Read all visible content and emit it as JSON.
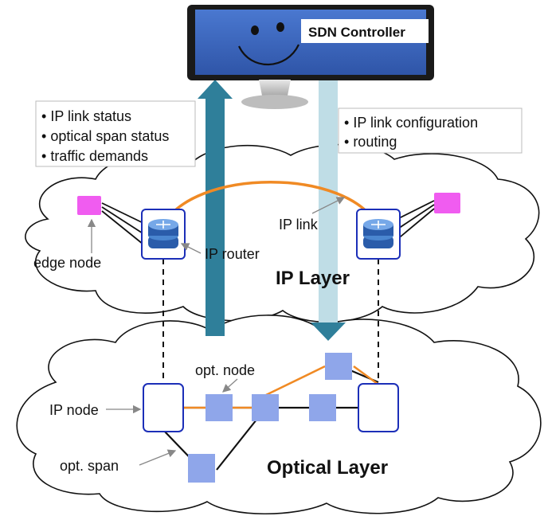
{
  "controller": {
    "label": "SDN Controller"
  },
  "northbound_box": {
    "items": [
      "IP link status",
      "optical span status",
      "traffic demands"
    ]
  },
  "southbound_box": {
    "items": [
      "IP link configuration",
      "routing"
    ]
  },
  "ip_layer": {
    "title": "IP Layer",
    "labels": {
      "edge_node": "edge node",
      "ip_router": "IP router",
      "ip_link": "IP link"
    }
  },
  "optical_layer": {
    "title": "Optical Layer",
    "labels": {
      "ip_node": "IP node",
      "opt_node": "opt. node",
      "opt_span": "opt. span"
    }
  },
  "colors": {
    "monitor_screen": "#3a63b8",
    "up_arrow": "#2f7f9a",
    "down_arrow": "#bfdde6",
    "ip_link": "#f08a24",
    "edge_node": "#f05cf0",
    "optical_node": "#8fa6ea",
    "ip_node_border": "#1c2fb8"
  }
}
